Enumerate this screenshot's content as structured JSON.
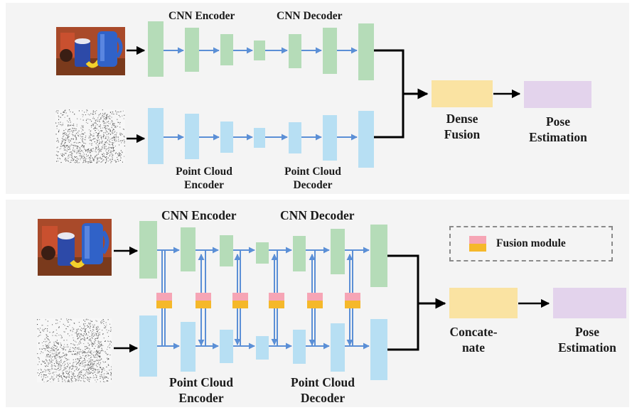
{
  "top": {
    "cnn_encoder_label": "CNN Encoder",
    "cnn_decoder_label": "CNN Decoder",
    "pc_encoder_label_1": "Point Cloud",
    "pc_encoder_label_2": "Encoder",
    "pc_decoder_label_1": "Point Cloud",
    "pc_decoder_label_2": "Decoder",
    "fusion_label_1": "Dense",
    "fusion_label_2": "Fusion",
    "pose_label_1": "Pose",
    "pose_label_2": "Estimation"
  },
  "bottom": {
    "cnn_encoder_label": "CNN Encoder",
    "cnn_decoder_label": "CNN Decoder",
    "pc_encoder_label_1": "Point Cloud",
    "pc_encoder_label_2": "Encoder",
    "pc_decoder_label_1": "Point Cloud",
    "pc_decoder_label_2": "Decoder",
    "concat_label_1": "Concate-",
    "concat_label_2": "nate",
    "pose_label_1": "Pose",
    "pose_label_2": "Estimation",
    "legend_label": "Fusion module"
  },
  "colors": {
    "green_block": "#b5dcb8",
    "blue_block": "#b7dff3",
    "blue_arrow": "#5b8fd6",
    "fusion_yellow": "#fae3a2",
    "pose_purple": "#e3d3ec",
    "pink": "#f6a5b5",
    "orange": "#f5b82a"
  }
}
